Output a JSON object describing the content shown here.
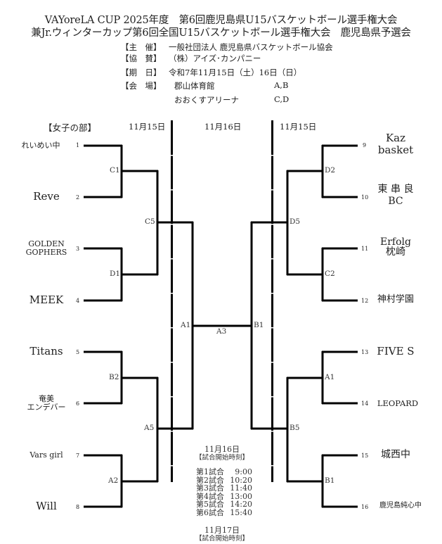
{
  "title": {
    "line1": "VAYoreLA CUP 2025年度　第6回鹿児島県U15バスケットボール選手権大会",
    "line2": "兼Jr.ウィンターカップ第6回全国U15バスケットボール選手権大会　鹿児島県予選会"
  },
  "info": {
    "organizer_label": "【主　催】",
    "organizer": "一般社団法人 鹿児島県バスケットボール協会",
    "sponsor_label": "【協　賛】",
    "sponsor": "（株）アイズ･カンパニー",
    "date_label": "【期　日】",
    "date": "令和7年11月15日（土）16日（日）",
    "venue_label": "【会　場】",
    "venues": [
      {
        "name": "郡山体育館",
        "courts": "A,B"
      },
      {
        "name": "おおくすアリーナ",
        "courts": "C,D"
      }
    ]
  },
  "division": "【女子の部】",
  "day_headers": {
    "left": "11月15日",
    "center": "11月16日",
    "right": "11月15日"
  },
  "teams_left": [
    {
      "seed": "1",
      "name": "れいめい中"
    },
    {
      "seed": "2",
      "name": "Reve"
    },
    {
      "seed": "3",
      "name": "GOLDEN\nGOPHERS"
    },
    {
      "seed": "4",
      "name": "MEEK"
    },
    {
      "seed": "5",
      "name": "Titans"
    },
    {
      "seed": "6",
      "name": "奄美\nエンデバー"
    },
    {
      "seed": "7",
      "name": "Vars girl"
    },
    {
      "seed": "8",
      "name": "Will"
    }
  ],
  "teams_right": [
    {
      "seed": "9",
      "name": "Kaz\nbasket"
    },
    {
      "seed": "10",
      "name": "東 串 良\nBC"
    },
    {
      "seed": "11",
      "name": "Erfolg\n枕崎"
    },
    {
      "seed": "12",
      "name": "神村学園"
    },
    {
      "seed": "13",
      "name": "FIVE S"
    },
    {
      "seed": "14",
      "name": "LEOPARD"
    },
    {
      "seed": "15",
      "name": "城西中"
    },
    {
      "seed": "16",
      "name": "鹿児島純心中"
    }
  ],
  "matches": {
    "left_r1": [
      "C1",
      "D1",
      "B2",
      "A2"
    ],
    "left_r2": [
      "C5",
      "A5"
    ],
    "left_sf": "A1",
    "final": "A3",
    "right_sf": "B1",
    "right_r2": [
      "D5",
      "B5"
    ],
    "right_r1": [
      "D2",
      "C2",
      "A1",
      "B1"
    ]
  },
  "schedule": [
    {
      "date": "11月16日",
      "heading": "【試合開始時刻】",
      "games": [
        {
          "label": "第1試合",
          "time": "9:00"
        },
        {
          "label": "第2試合",
          "time": "10:20"
        },
        {
          "label": "第3試合",
          "time": "11:40"
        },
        {
          "label": "第4試合",
          "time": "13:00"
        },
        {
          "label": "第5試合",
          "time": "14:20"
        },
        {
          "label": "第6試合",
          "time": "15:40"
        }
      ]
    },
    {
      "date": "11月17日",
      "heading": "【試合開始時刻】",
      "games": []
    }
  ]
}
